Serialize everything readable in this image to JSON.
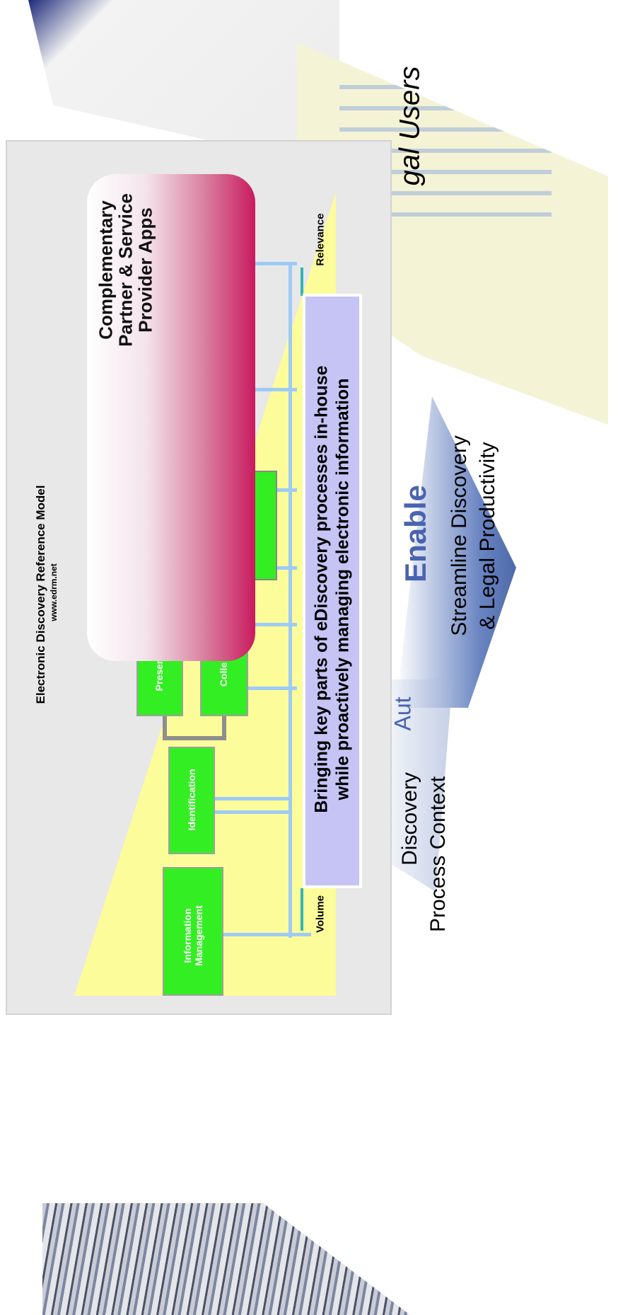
{
  "slide": {
    "title": "Electronic Discovery Reference Model",
    "url": "www.edrm.net",
    "volume_label": "Volume",
    "relevance_label": "Relevance"
  },
  "boxes": {
    "information_management": "Information Management",
    "identification": "Identification",
    "preservation": "Presen",
    "collection": "Colle"
  },
  "overlay": {
    "line1": "Complementary",
    "line2": "Partner & Service",
    "line3": "Provider Apps"
  },
  "blurb": {
    "line1": "Bringing key parts of eDiscovery processes in-house",
    "line2": "while proactively managing electronic information"
  },
  "side": {
    "legal_users": "gal Users",
    "enable": "Enable",
    "streamline_line1": "Streamline Discovery",
    "streamline_line2": "& Legal Productivity",
    "discovery_line1": "Discovery",
    "discovery_line2": "Process Context",
    "auto": "Aut"
  },
  "colors": {
    "box_green": "#33ee22",
    "magenta": "#c91a5f",
    "blurb_bg": "#c6c4f5",
    "yellow": "#fcfc9b",
    "enable_blue": "#4a63b0"
  }
}
